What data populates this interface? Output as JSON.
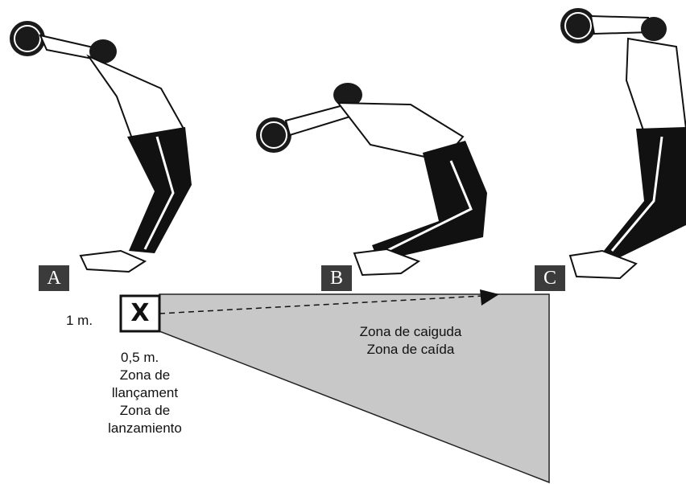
{
  "panels": [
    {
      "letter": "A"
    },
    {
      "letter": "B"
    },
    {
      "letter": "C"
    }
  ],
  "throw_box": {
    "mark": "X"
  },
  "dimensions": {
    "side": "1 m.",
    "depth": "0,5 m."
  },
  "launch_zone": {
    "line1": "Zona de",
    "line2": "llançament",
    "line3": "Zona de",
    "line4": "lanzamiento"
  },
  "landing_zone": {
    "line1": "Zona de caiguda",
    "line2": "Zona de caída"
  },
  "colors": {
    "landing_zone_fill": "#c8c8c8",
    "label_background": "#3b3b3b",
    "figure_ink": "#111111"
  },
  "icons": [
    "medicine-ball-icon",
    "athlete-figure",
    "direction-arrow-icon"
  ]
}
